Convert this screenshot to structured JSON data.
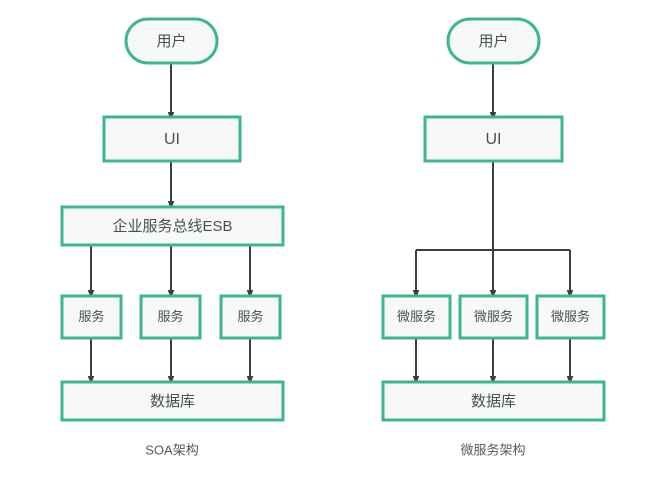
{
  "diagram": {
    "background_color": "#ffffff",
    "accent_color": "#3cb68f",
    "node_fill_color": "#f7f9f8",
    "arrow_color": "#3a3f44",
    "text_color": "#4a4f55",
    "panels": [
      {
        "id": "soa",
        "caption": "SOA架构",
        "nodes": {
          "actor": "用户",
          "ui": "UI",
          "bus": "企业服务总线ESB",
          "services": [
            "服务",
            "服务",
            "服务"
          ],
          "database": "数据库"
        },
        "connections": [
          "actor-to-ui",
          "ui-to-bus",
          "bus-to-service-1",
          "bus-to-service-2",
          "bus-to-service-3",
          "service-1-to-database",
          "service-2-to-database",
          "service-3-to-database"
        ]
      },
      {
        "id": "microservice",
        "caption": "微服务架构",
        "nodes": {
          "actor": "用户",
          "ui": "UI",
          "services": [
            "微服务",
            "微服务",
            "微服务"
          ],
          "database": "数据库"
        },
        "connections": [
          "actor-to-ui",
          "ui-to-branch-bus",
          "branch-to-service-1",
          "branch-to-service-2",
          "branch-to-service-3",
          "service-1-to-database",
          "service-2-to-database",
          "service-3-to-database"
        ]
      }
    ]
  }
}
